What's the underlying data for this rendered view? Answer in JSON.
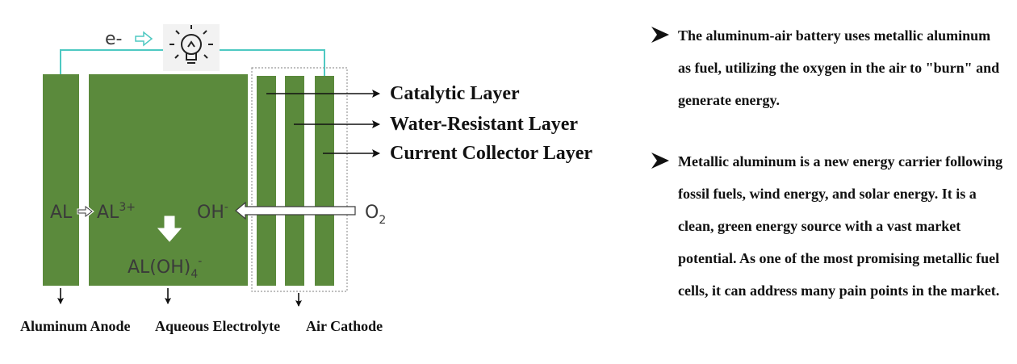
{
  "diagram": {
    "electron_flow": "e-",
    "layers": {
      "catalytic": "Catalytic Layer",
      "water_resistant": "Water-Resistant Layer",
      "current_collector": "Current Collector Layer"
    },
    "reaction": {
      "al": "AL",
      "al3_base": "AL",
      "al3_sup": "3+",
      "oh_base": "OH",
      "oh_sup": "-",
      "o2_base": "O",
      "o2_sub": "2",
      "aloh_base": "AL(OH)",
      "aloh_sub": "4",
      "aloh_sup": "-"
    },
    "components": {
      "anode": "Aluminum Anode",
      "electrolyte": "Aqueous Electrolyte",
      "cathode": "Air Cathode"
    },
    "colors": {
      "green": "#5b8a3c",
      "wire": "#4ec9c2"
    }
  },
  "text_panel": {
    "bullet_1": "The aluminum-air battery uses metallic aluminum as fuel, utilizing the oxygen in the air to \"burn\" and generate energy.",
    "bullet_2": "Metallic aluminum is a new energy carrier following fossil fuels, wind energy, and solar energy. It is a clean, green energy source with a vast market potential. As one of the most promising metallic fuel cells, it can address many pain points in the market."
  }
}
